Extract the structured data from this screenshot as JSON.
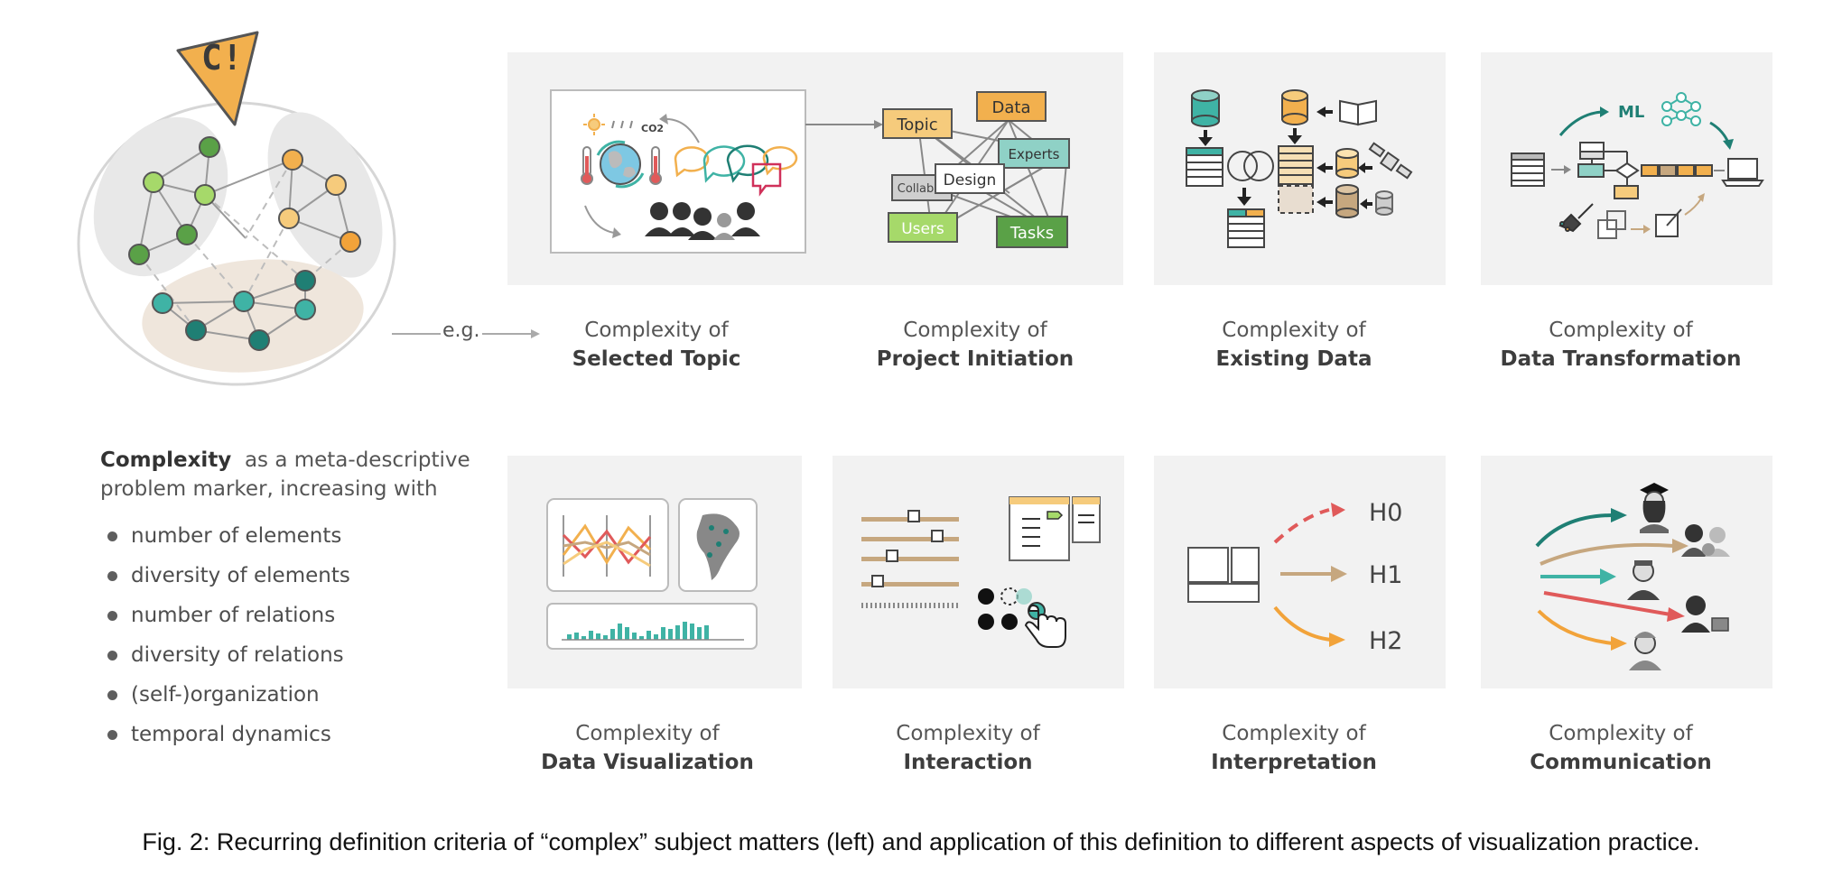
{
  "badge_text": "C!",
  "eg_label": "e.g.",
  "definition": {
    "keyword": "Complexity",
    "rest": "as a meta-descriptive problem marker, increasing with",
    "criteria": [
      "number of elements",
      "diversity of elements",
      "number of relations",
      "diversity of relations",
      "(self-)organization",
      "temporal dynamics"
    ]
  },
  "panels": [
    {
      "line1": "Complexity of",
      "line2": "Selected Topic"
    },
    {
      "line1": "Complexity of",
      "line2": "Project Initiation"
    },
    {
      "line1": "Complexity of",
      "line2": "Existing Data"
    },
    {
      "line1": "Complexity of",
      "line2": "Data Transformation"
    },
    {
      "line1": "Complexity of",
      "line2": "Data Visualization"
    },
    {
      "line1": "Complexity of",
      "line2": "Interaction"
    },
    {
      "line1": "Complexity of",
      "line2": "Interpretation"
    },
    {
      "line1": "Complexity of",
      "line2": "Communication"
    }
  ],
  "project_boxes": {
    "topic": "Topic",
    "data": "Data",
    "experts": "Experts",
    "collab": "Collab",
    "design": "Design",
    "users": "Users",
    "tasks": "Tasks"
  },
  "ml_label": "ML",
  "co2_label": "CO2",
  "hypotheses": [
    "H0",
    "H1",
    "H2"
  ],
  "caption": "Fig. 2: Recurring definition criteria of “complex” subject matters (left) and application of this definition to different aspects of visualization practice.",
  "colors": {
    "panel_bg": "#f2f2f2",
    "green_light": "#a6d96a",
    "green_dark": "#5aa147",
    "orange": "#f2b04e",
    "teal": "#3fb3a5",
    "teal_dark": "#1f7f74",
    "red": "#e05a5a",
    "tan": "#c6a77f"
  }
}
